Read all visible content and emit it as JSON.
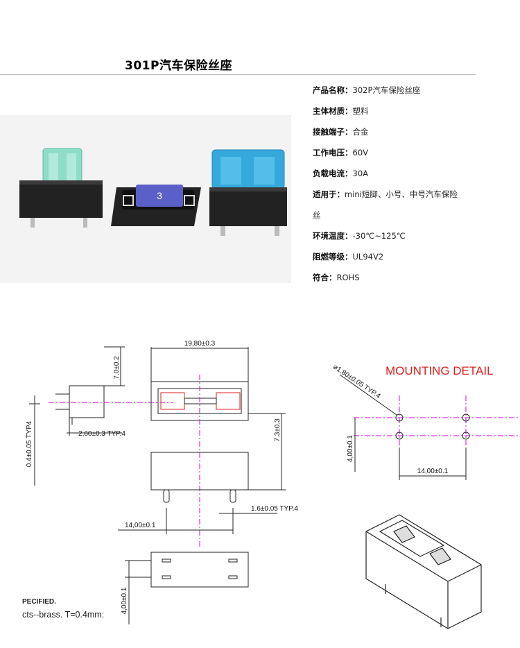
{
  "title": "301P汽车保险丝座",
  "specs": [
    {
      "label": "产品名称：",
      "value": "302P汽车保险丝座"
    },
    {
      "label": "主体材质：",
      "value": "塑料"
    },
    {
      "label": "接触端子：",
      "value": "合金"
    },
    {
      "label": "工作电压：",
      "value": "60V"
    },
    {
      "label": "负载电流：",
      "value": "30A"
    },
    {
      "label": "适用于：",
      "value": "mini短脚、小号、中号汽车保险"
    },
    {
      "label": "",
      "value": "丝"
    },
    {
      "label": "环境温度：",
      "value": "-30℃~125℃"
    },
    {
      "label": "阻燃等级：",
      "value": "UL94V2"
    },
    {
      "label": "符合：",
      "value": "ROHS"
    }
  ],
  "photo": {
    "fuse_number": "3",
    "colors": {
      "fuse_green": "#7fd6c0",
      "fuse_purple": "#5b5fc8",
      "fuse_blue": "#35a9dc",
      "housing": "#222222",
      "background": "#f3f3f3"
    }
  },
  "drawing": {
    "mounting_title": "MOUNTING DETAIL",
    "dims": {
      "width": "19,80±0.3",
      "height": "7.0±0.2",
      "depth": "7.3±0.3",
      "pin_pitch": "2,60±0.3 TYP.4",
      "pin_thickness": "0.4±0.05 TYP4",
      "pin_width": "1.6±0.05 TYP.4",
      "pin_span": "14,00±0.1",
      "bottom_span": "4,00±0.1",
      "hole_dia": "⌀1,80±0.05 TYP.4",
      "mount_pitch_y": "4,00±0.1",
      "mount_pitch_x": "14,00±0.1"
    },
    "colors": {
      "line": "#222222",
      "center": "#e000e0",
      "accent": "#e02020"
    }
  },
  "notes": {
    "line1": "PECIFIED.",
    "line2": "cts--brass. T=0.4mm:"
  }
}
